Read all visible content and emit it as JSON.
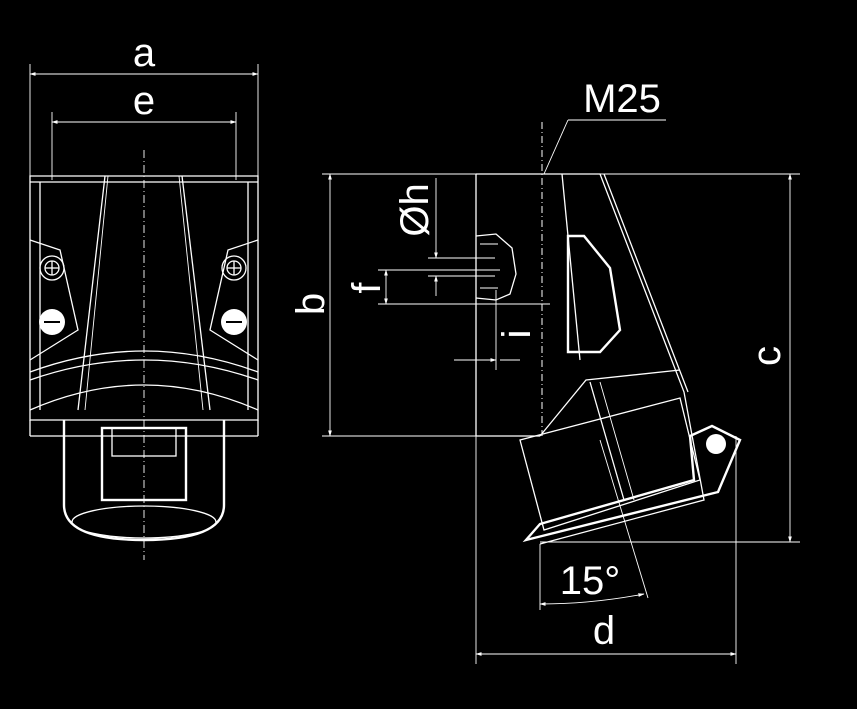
{
  "colors": {
    "background": "#000000",
    "line": "#ffffff"
  },
  "labels": {
    "a": "a",
    "e": "e",
    "b": "b",
    "c": "c",
    "d": "d",
    "f": "f",
    "h": "Øh",
    "i": "i",
    "thread": "M25",
    "angle": "15°"
  }
}
